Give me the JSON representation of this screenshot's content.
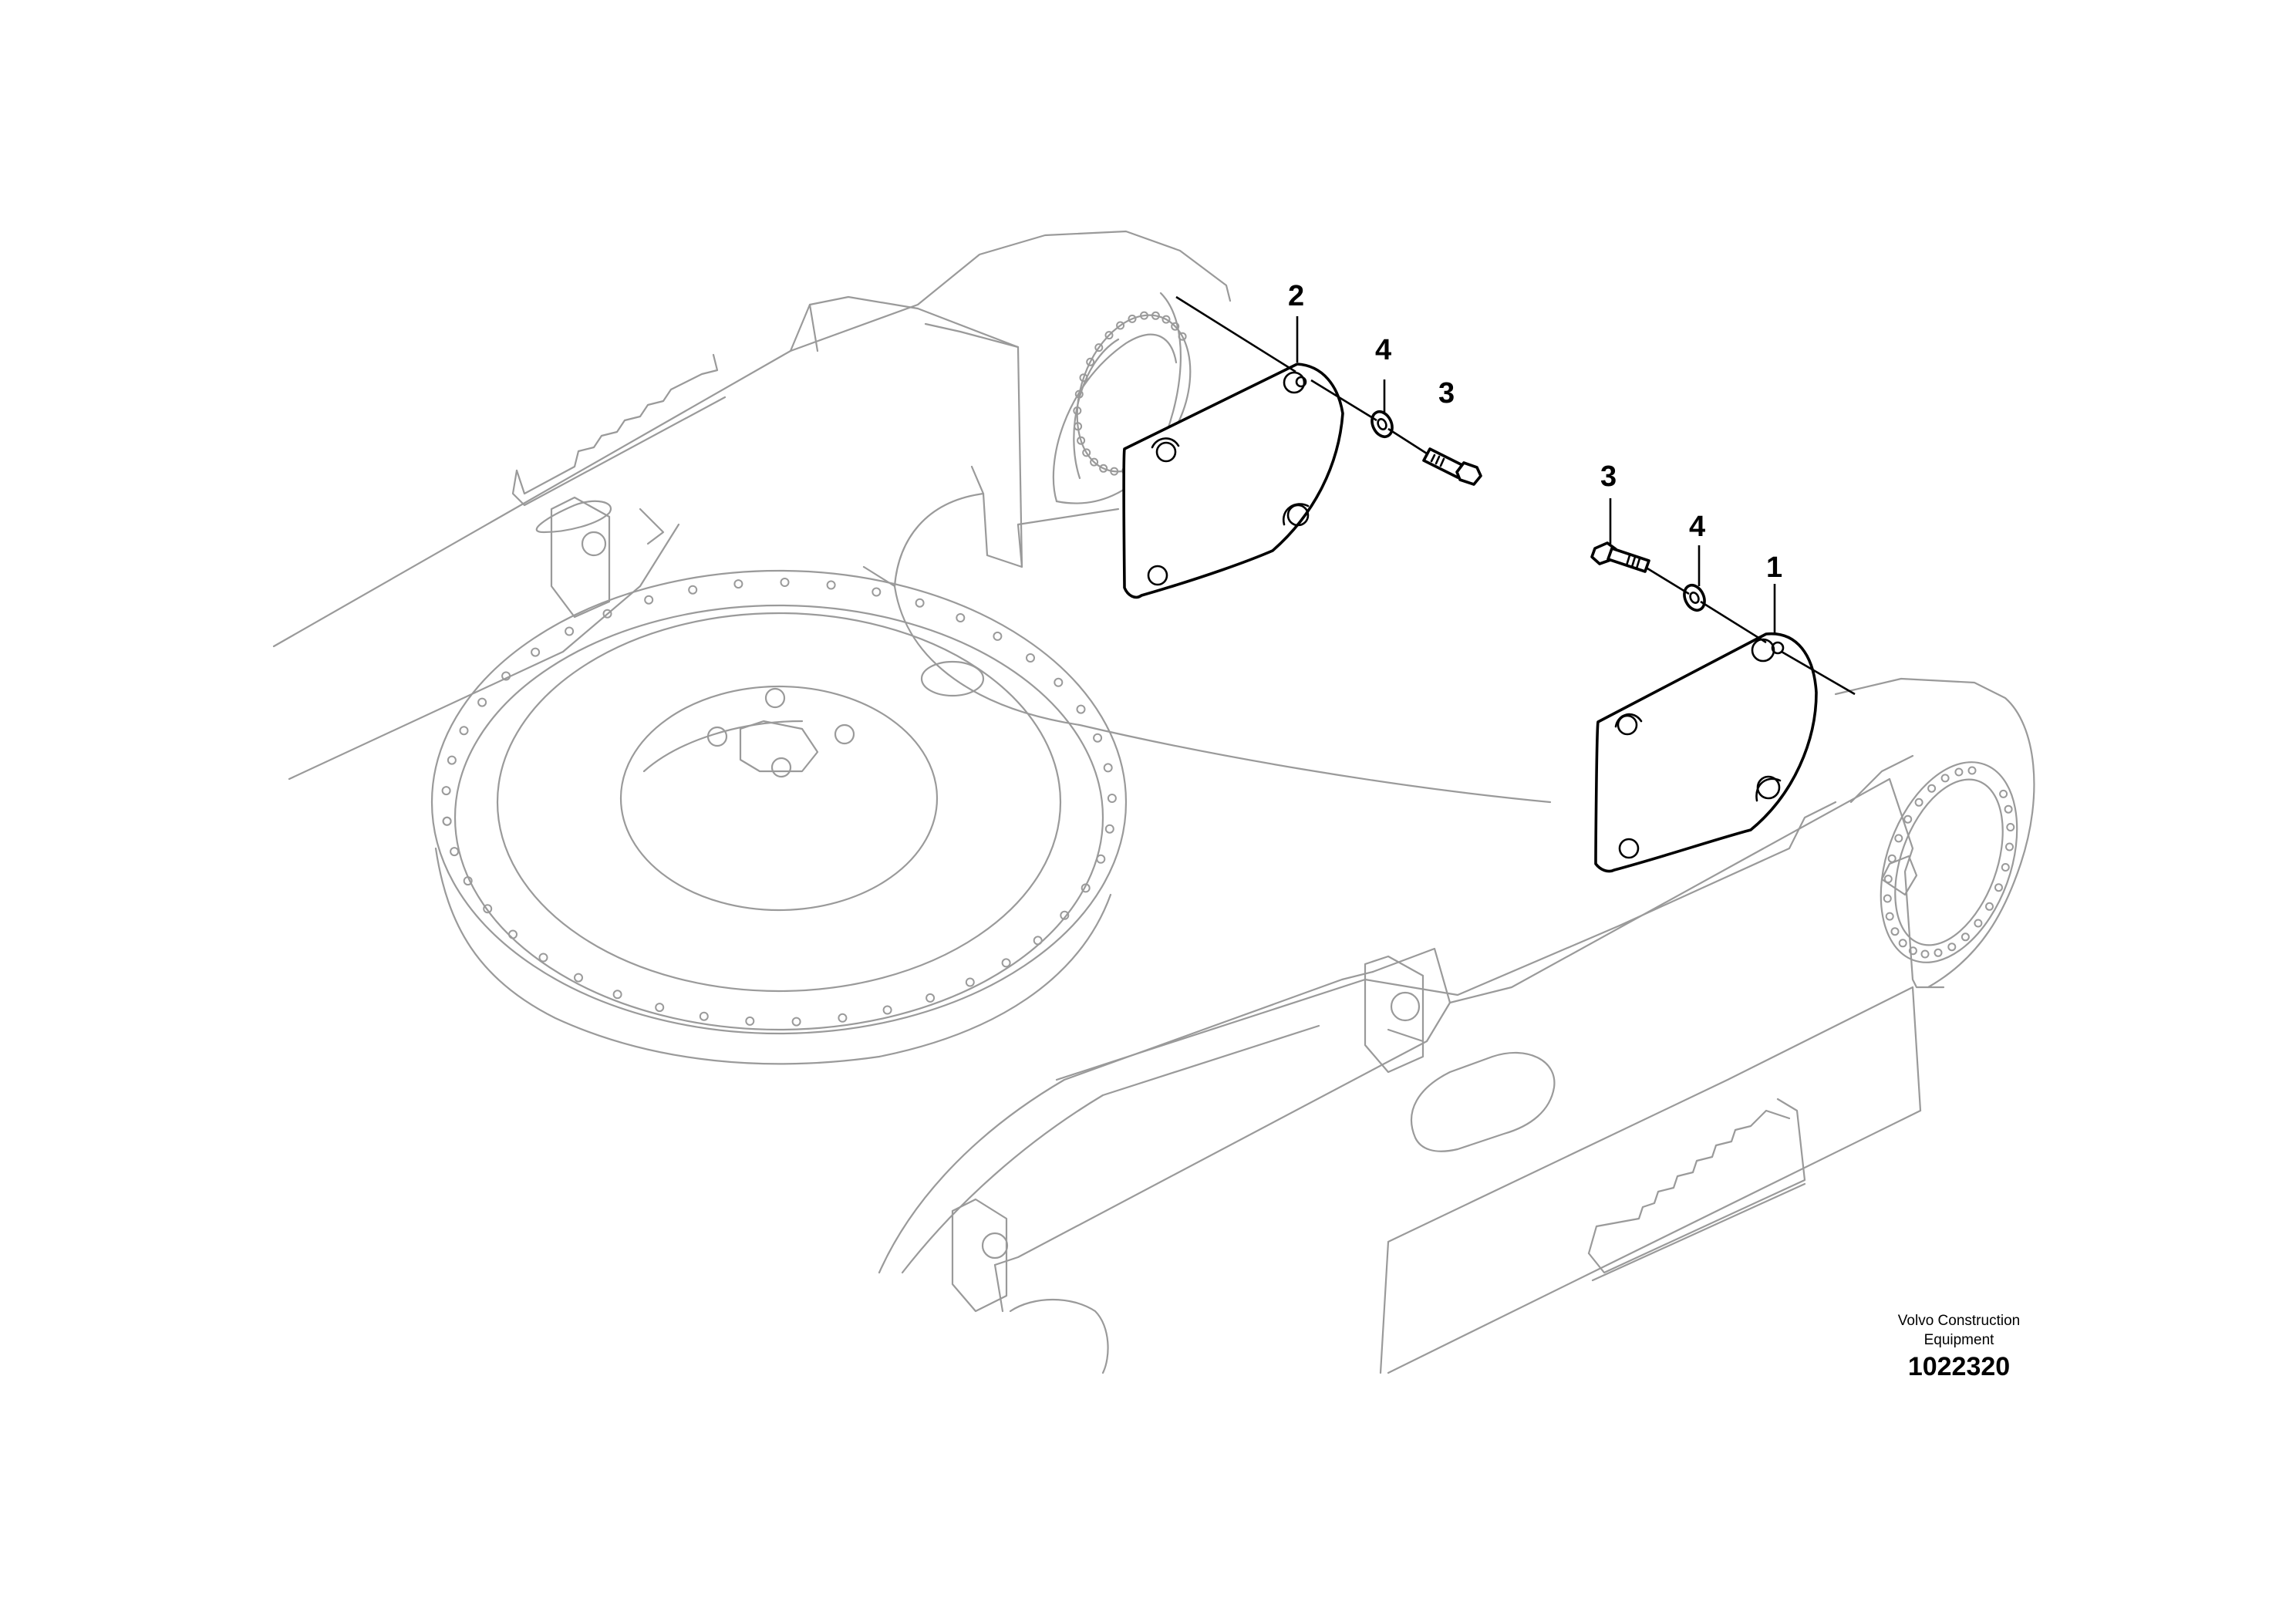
{
  "callouts": {
    "cover_left": "2",
    "washer_left": "4",
    "bolt_left": "3",
    "bolt_right": "3",
    "washer_right": "4",
    "cover_right": "1"
  },
  "credit": {
    "company_line1": "Volvo Construction",
    "company_line2": "Equipment",
    "drawing_number": "1022320"
  }
}
